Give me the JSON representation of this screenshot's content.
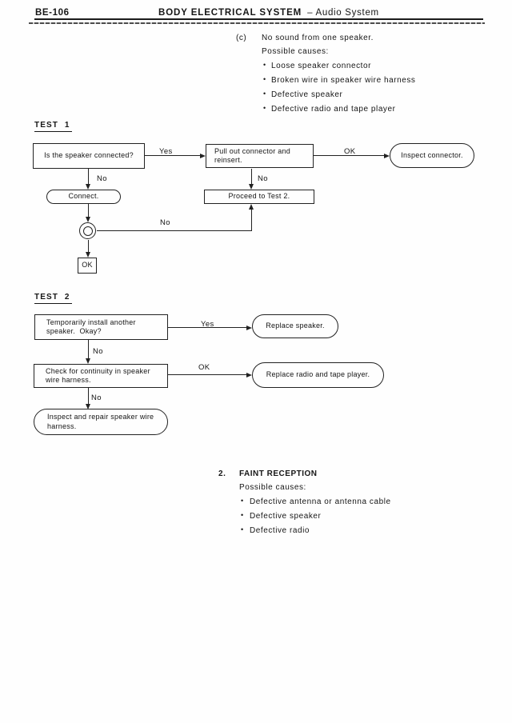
{
  "header": {
    "page_code": "BE-106",
    "title": "BODY ELECTRICAL SYSTEM",
    "subtitle": "– Audio System"
  },
  "glyphs": {
    "bullet": "•"
  },
  "labels": {
    "yes": "Yes",
    "no": "No",
    "ok": "OK"
  },
  "symptom": {
    "index": "(c)",
    "title": "No sound from one speaker.",
    "causes_heading": "Possible causes:",
    "causes": [
      "Loose speaker connector",
      "Broken wire in speaker wire harness",
      "Defective speaker",
      "Defective radio and tape player"
    ]
  },
  "test1": {
    "heading": "TEST 1",
    "question": "Is the speaker connected?",
    "reinsert": "Pull out connector and reinsert.",
    "inspect_connector": "Inspect connector.",
    "connect": "Connect.",
    "proceed": "Proceed to Test 2.",
    "ok_terminal": "OK"
  },
  "test2": {
    "heading": "TEST 2",
    "question": "Temporarily install another speaker.  Okay?",
    "replace_speaker": "Replace speaker.",
    "check_continuity": "Check for continuity in speaker wire harness.",
    "replace_radio": "Replace radio and tape player.",
    "inspect_harness": "Inspect and repair speaker wire harness."
  },
  "section2": {
    "index": "2.",
    "title": "FAINT RECEPTION",
    "causes_heading": "Possible causes:",
    "causes": [
      "Defective antenna or antenna cable",
      "Defective speaker",
      "Defective radio"
    ]
  }
}
